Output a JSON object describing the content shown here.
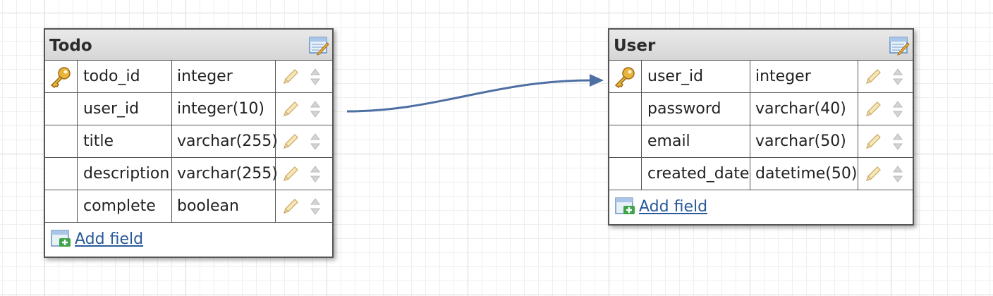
{
  "tables": {
    "todo": {
      "title": "Todo",
      "add_field_label": "Add field",
      "fields": [
        {
          "name": "todo_id",
          "type": "integer",
          "primary_key": true
        },
        {
          "name": "user_id",
          "type": "integer(10)",
          "primary_key": false
        },
        {
          "name": "title",
          "type": "varchar(255)",
          "primary_key": false
        },
        {
          "name": "description",
          "type": "varchar(255)",
          "primary_key": false
        },
        {
          "name": "complete",
          "type": "boolean",
          "primary_key": false
        }
      ]
    },
    "user": {
      "title": "User",
      "add_field_label": "Add field",
      "fields": [
        {
          "name": "user_id",
          "type": "integer",
          "primary_key": true
        },
        {
          "name": "password",
          "type": "varchar(40)",
          "primary_key": false
        },
        {
          "name": "email",
          "type": "varchar(50)",
          "primary_key": false
        },
        {
          "name": "created_date",
          "type": "datetime(50)",
          "primary_key": false
        }
      ]
    }
  },
  "relation": {
    "from": "todo.user_id",
    "to": "user.user_id"
  },
  "colors": {
    "connector": "#4e6fa3",
    "link": "#2a5a9a",
    "header": "#dcdcdc",
    "grid": "#d9d9d9"
  },
  "icons": {
    "primary_key": "key-icon",
    "edit_field": "pencil-icon",
    "reorder": "up-down-arrows-icon",
    "edit_table": "edit-table-icon",
    "add_field": "add-field-icon"
  }
}
